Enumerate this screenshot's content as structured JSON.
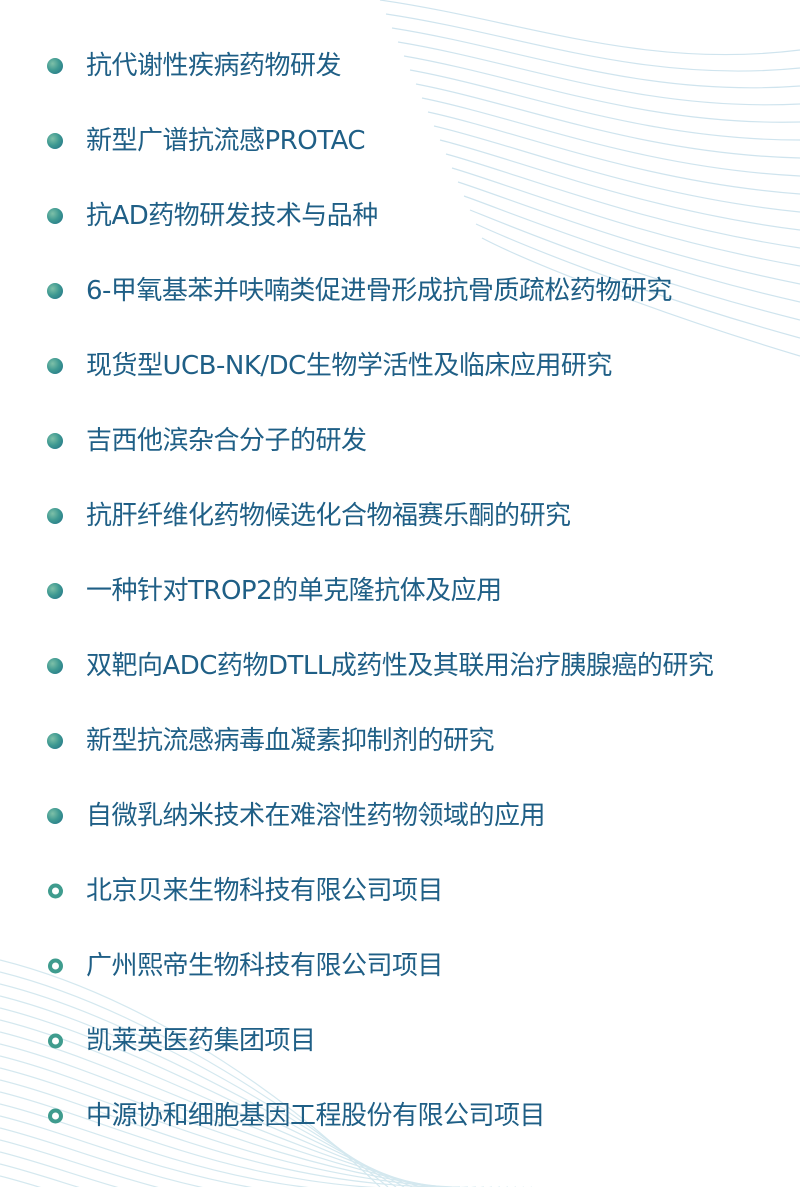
{
  "theme": {
    "text_color": "#1f5f86",
    "bullet_solid_colors": [
      "#7ec0a8",
      "#3f9a92",
      "#1d6e86"
    ],
    "bullet_ring_color": "#3f9c8e",
    "line_color": "#cfe4ee"
  },
  "items": [
    {
      "label": "抗代谢性疾病药物研发",
      "bullet": "solid-dot-icon"
    },
    {
      "label": "新型广谱抗流感PROTAC",
      "bullet": "solid-dot-icon"
    },
    {
      "label": "抗AD药物研发技术与品种",
      "bullet": "solid-dot-icon"
    },
    {
      "label": "6-甲氧基苯并呋喃类促进骨形成抗骨质疏松药物研究",
      "bullet": "solid-dot-icon"
    },
    {
      "label": "现货型UCB-NK/DC生物学活性及临床应用研究",
      "bullet": "solid-dot-icon"
    },
    {
      "label": "吉西他滨杂合分子的研发",
      "bullet": "solid-dot-icon"
    },
    {
      "label": "抗肝纤维化药物候选化合物福赛乐酮的研究",
      "bullet": "solid-dot-icon"
    },
    {
      "label": "一种针对TROP2的单克隆抗体及应用",
      "bullet": "solid-dot-icon"
    },
    {
      "label": "双靶向ADC药物DTLL成药性及其联用治疗胰腺癌的研究",
      "bullet": "solid-dot-icon"
    },
    {
      "label": "新型抗流感病毒血凝素抑制剂的研究",
      "bullet": "solid-dot-icon"
    },
    {
      "label": "自微乳纳米技术在难溶性药物领域的应用",
      "bullet": "solid-dot-icon"
    },
    {
      "label": "北京贝来生物科技有限公司项目",
      "bullet": "ring-dot-icon"
    },
    {
      "label": "广州熙帝生物科技有限公司项目",
      "bullet": "ring-dot-icon"
    },
    {
      "label": "凯莱英医药集团项目",
      "bullet": "ring-dot-icon"
    },
    {
      "label": "中源协和细胞基因工程股份有限公司项目",
      "bullet": "ring-dot-icon"
    }
  ]
}
